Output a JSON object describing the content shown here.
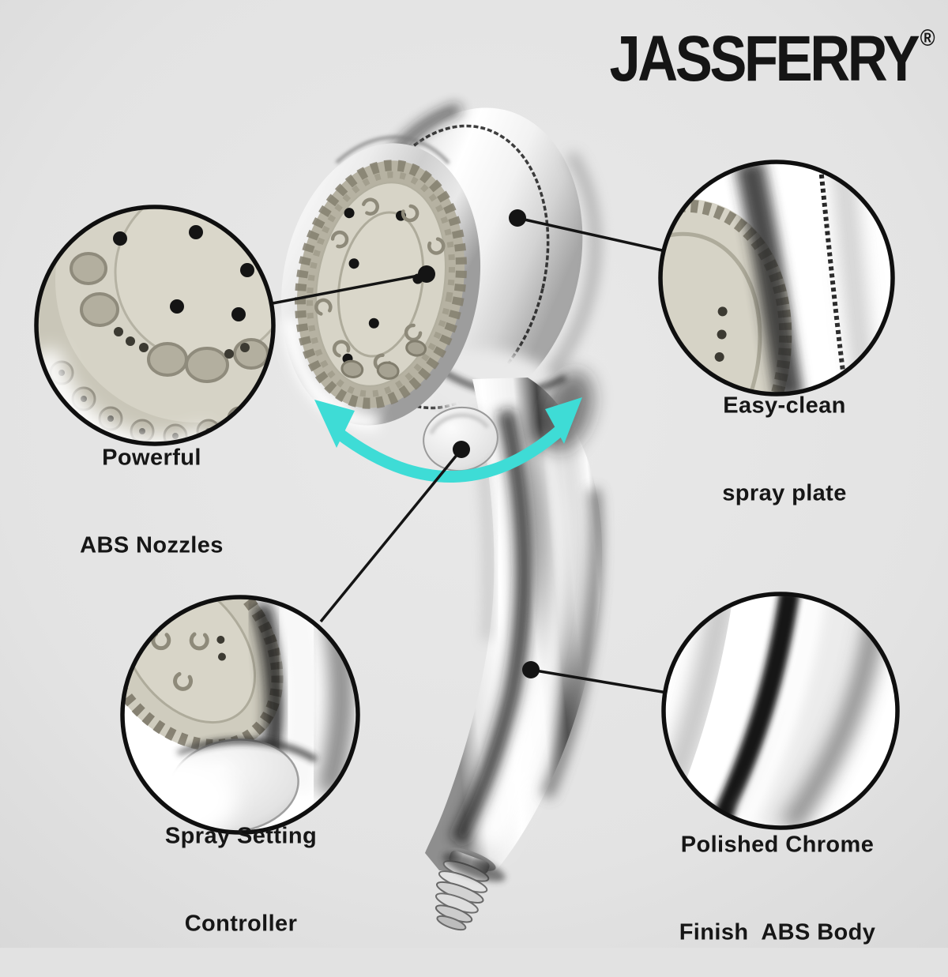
{
  "brand": {
    "name": "JASSFERRY",
    "registered": "®"
  },
  "callouts": {
    "nozzles": {
      "lines": [
        "Powerful",
        "ABS Nozzles"
      ]
    },
    "spray_plate": {
      "lines": [
        "Easy-clean",
        "spray plate"
      ]
    },
    "controller": {
      "lines": [
        "Spray Setting",
        "Controller"
      ]
    },
    "body": {
      "lines": [
        "Polished Chrome",
        "Finish  ABS Body"
      ]
    }
  },
  "icons": {
    "rotation_arrow": "curved-double-headed-arrow"
  },
  "colors": {
    "background": "#E2E2E2",
    "accent_cyan": "#3EDCD6",
    "annotation_line": "#141414",
    "plate_beige": "#D6D3C6",
    "chrome_light": "#FFFFFF",
    "chrome_dark": "#2E2E2E"
  }
}
